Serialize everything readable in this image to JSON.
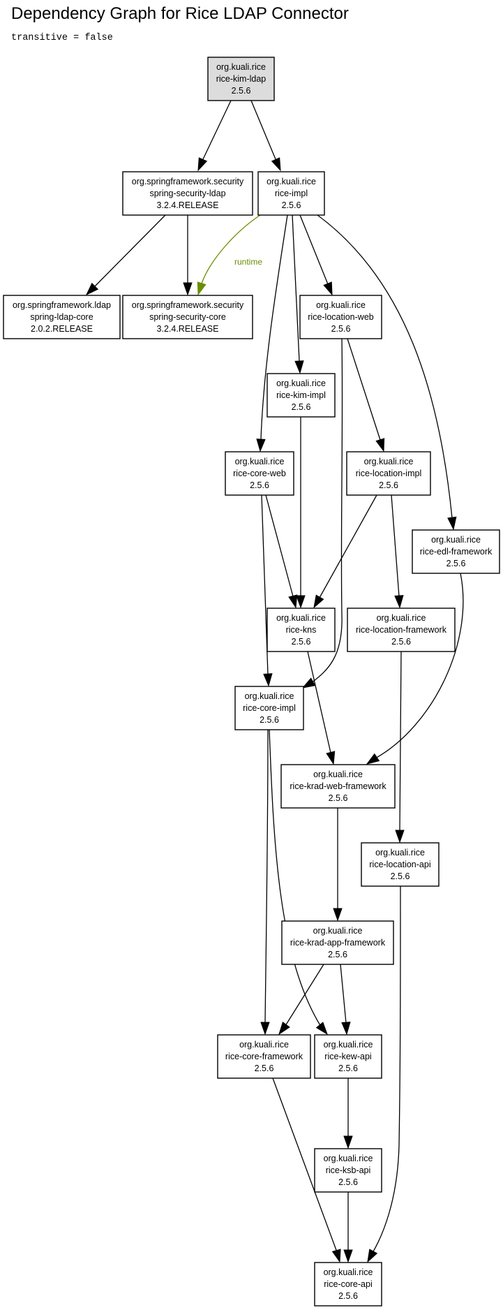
{
  "title": "Dependency Graph for Rice LDAP Connector",
  "subtitle": "transitive = false",
  "nodes": [
    {
      "id": "kim-ldap",
      "group": "org.kuali.rice",
      "artifact": "rice-kim-ldap",
      "version": "2.5.6",
      "root": true
    },
    {
      "id": "ss-ldap",
      "group": "org.springframework.security",
      "artifact": "spring-security-ldap",
      "version": "3.2.4.RELEASE"
    },
    {
      "id": "impl",
      "group": "org.kuali.rice",
      "artifact": "rice-impl",
      "version": "2.5.6"
    },
    {
      "id": "sldap-core",
      "group": "org.springframework.ldap",
      "artifact": "spring-ldap-core",
      "version": "2.0.2.RELEASE"
    },
    {
      "id": "ss-core",
      "group": "org.springframework.security",
      "artifact": "spring-security-core",
      "version": "3.2.4.RELEASE"
    },
    {
      "id": "loc-web",
      "group": "org.kuali.rice",
      "artifact": "rice-location-web",
      "version": "2.5.6"
    },
    {
      "id": "kim-impl",
      "group": "org.kuali.rice",
      "artifact": "rice-kim-impl",
      "version": "2.5.6"
    },
    {
      "id": "core-web",
      "group": "org.kuali.rice",
      "artifact": "rice-core-web",
      "version": "2.5.6"
    },
    {
      "id": "loc-impl",
      "group": "org.kuali.rice",
      "artifact": "rice-location-impl",
      "version": "2.5.6"
    },
    {
      "id": "edl-fw",
      "group": "org.kuali.rice",
      "artifact": "rice-edl-framework",
      "version": "2.5.6"
    },
    {
      "id": "kns",
      "group": "org.kuali.rice",
      "artifact": "rice-kns",
      "version": "2.5.6"
    },
    {
      "id": "loc-fw",
      "group": "org.kuali.rice",
      "artifact": "rice-location-framework",
      "version": "2.5.6"
    },
    {
      "id": "core-impl",
      "group": "org.kuali.rice",
      "artifact": "rice-core-impl",
      "version": "2.5.6"
    },
    {
      "id": "krad-web",
      "group": "org.kuali.rice",
      "artifact": "rice-krad-web-framework",
      "version": "2.5.6"
    },
    {
      "id": "loc-api",
      "group": "org.kuali.rice",
      "artifact": "rice-location-api",
      "version": "2.5.6"
    },
    {
      "id": "krad-app",
      "group": "org.kuali.rice",
      "artifact": "rice-krad-app-framework",
      "version": "2.5.6"
    },
    {
      "id": "core-fw",
      "group": "org.kuali.rice",
      "artifact": "rice-core-framework",
      "version": "2.5.6"
    },
    {
      "id": "kew-api",
      "group": "org.kuali.rice",
      "artifact": "rice-kew-api",
      "version": "2.5.6"
    },
    {
      "id": "ksb-api",
      "group": "org.kuali.rice",
      "artifact": "rice-ksb-api",
      "version": "2.5.6"
    },
    {
      "id": "core-api",
      "group": "org.kuali.rice",
      "artifact": "rice-core-api",
      "version": "2.5.6"
    }
  ],
  "edges": [
    {
      "from": "kim-ldap",
      "to": "ss-ldap"
    },
    {
      "from": "kim-ldap",
      "to": "impl"
    },
    {
      "from": "ss-ldap",
      "to": "sldap-core"
    },
    {
      "from": "ss-ldap",
      "to": "ss-core"
    },
    {
      "from": "impl",
      "to": "ss-core",
      "label": "runtime"
    },
    {
      "from": "impl",
      "to": "loc-web"
    },
    {
      "from": "impl",
      "to": "kim-impl"
    },
    {
      "from": "impl",
      "to": "core-web"
    },
    {
      "from": "impl",
      "to": "edl-fw"
    },
    {
      "from": "loc-web",
      "to": "loc-impl"
    },
    {
      "from": "loc-web",
      "to": "core-impl"
    },
    {
      "from": "kim-impl",
      "to": "kns"
    },
    {
      "from": "core-web",
      "to": "kns"
    },
    {
      "from": "core-web",
      "to": "core-impl"
    },
    {
      "from": "loc-impl",
      "to": "kns"
    },
    {
      "from": "loc-impl",
      "to": "loc-fw"
    },
    {
      "from": "edl-fw",
      "to": "krad-web"
    },
    {
      "from": "kns",
      "to": "krad-web"
    },
    {
      "from": "loc-fw",
      "to": "loc-api"
    },
    {
      "from": "core-impl",
      "to": "core-fw"
    },
    {
      "from": "core-impl",
      "to": "kew-api"
    },
    {
      "from": "krad-web",
      "to": "krad-app"
    },
    {
      "from": "loc-api",
      "to": "core-api"
    },
    {
      "from": "krad-app",
      "to": "core-fw"
    },
    {
      "from": "krad-app",
      "to": "kew-api"
    },
    {
      "from": "core-fw",
      "to": "core-api"
    },
    {
      "from": "kew-api",
      "to": "ksb-api"
    },
    {
      "from": "ksb-api",
      "to": "core-api"
    }
  ]
}
